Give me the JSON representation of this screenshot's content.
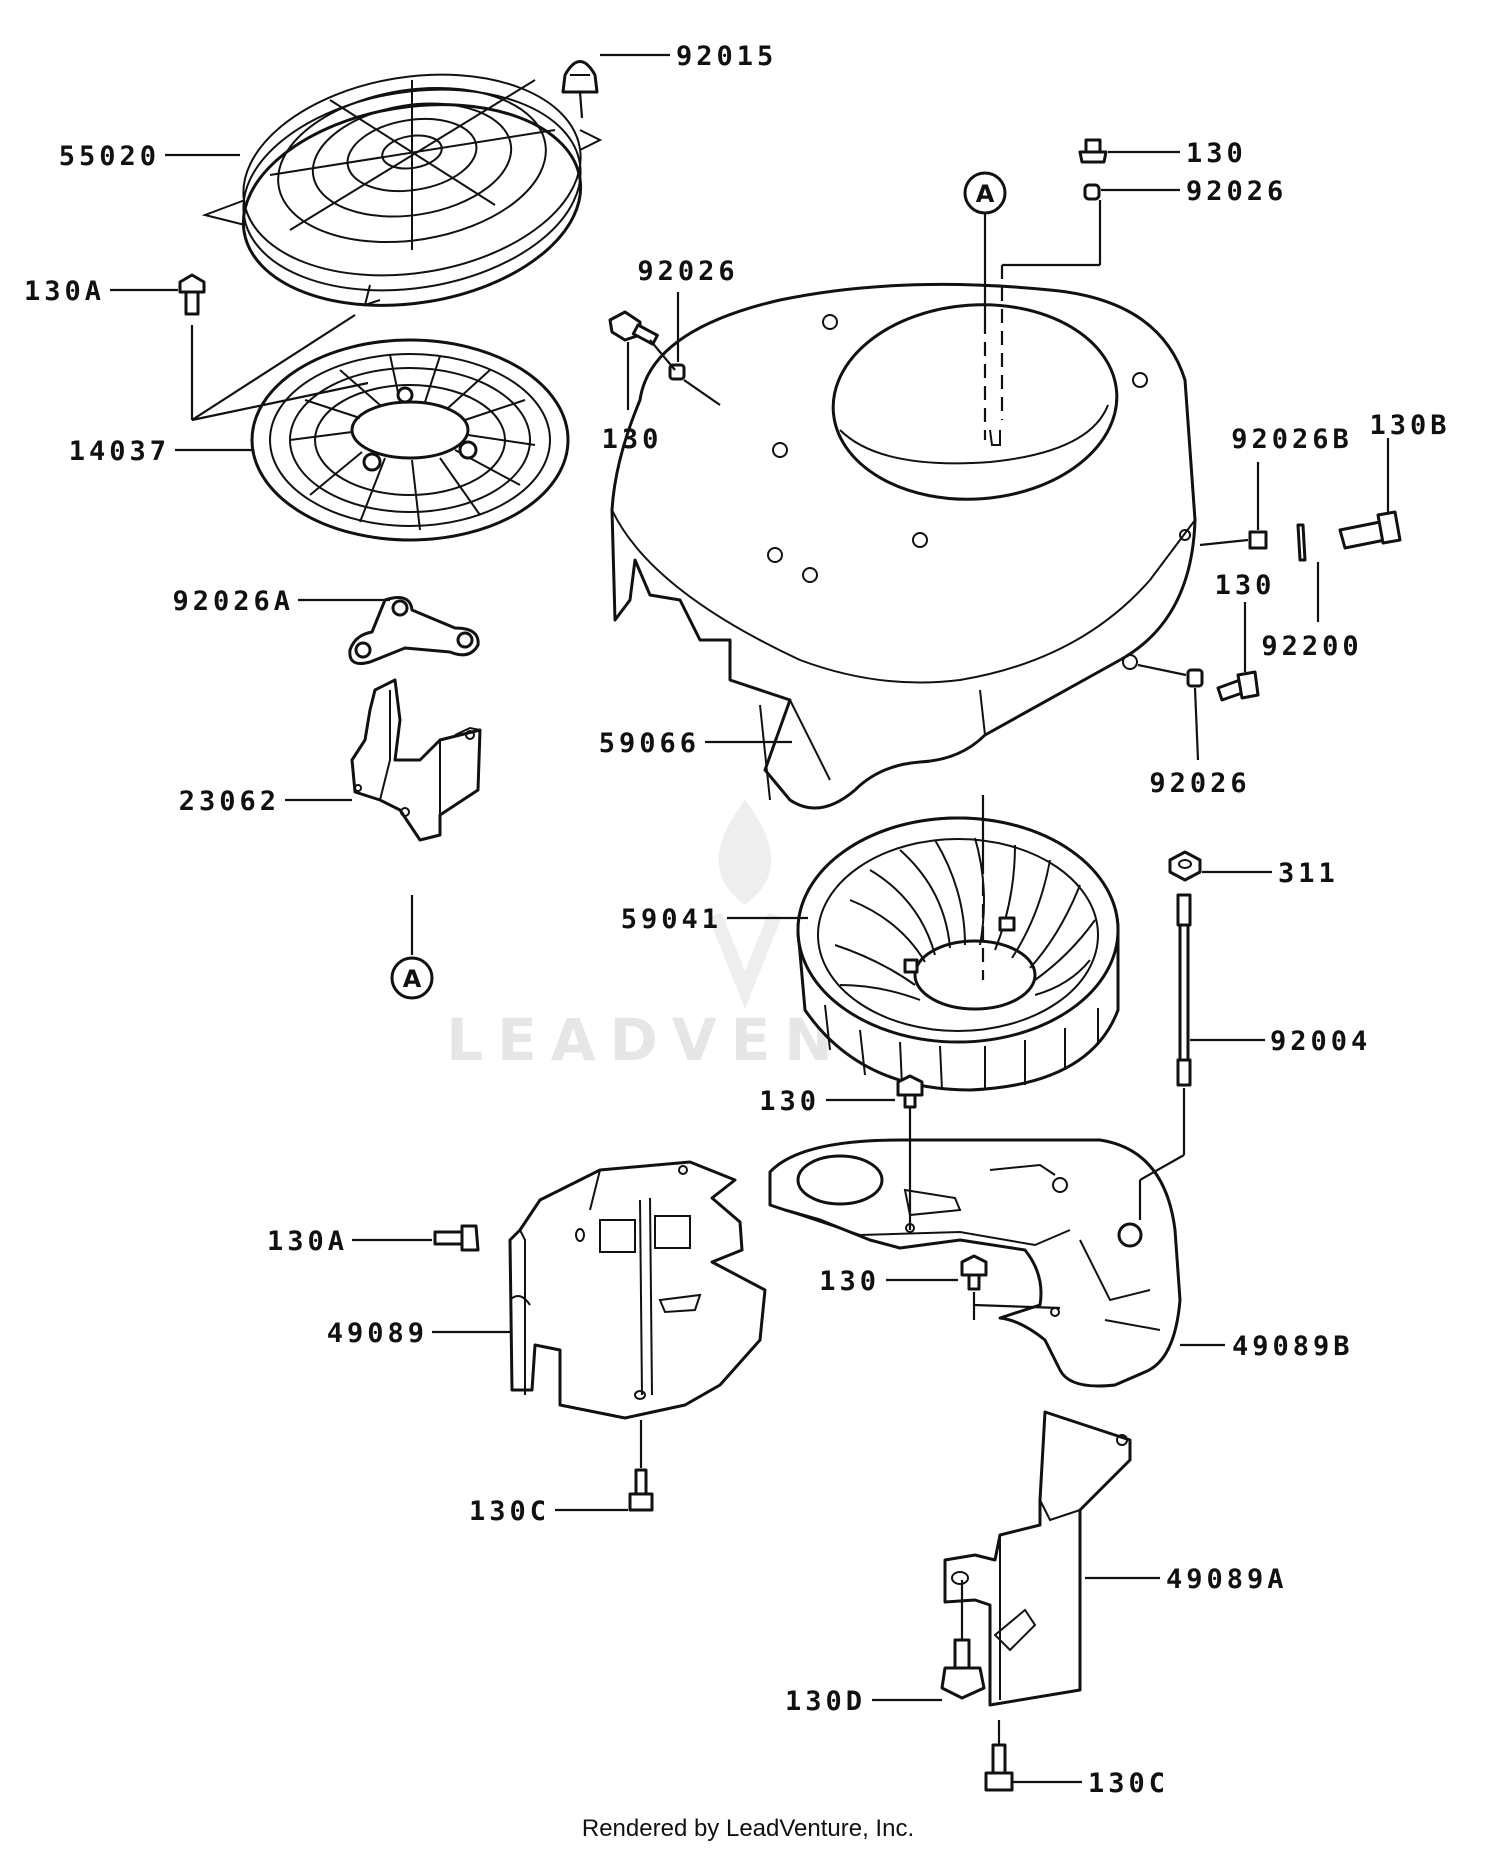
{
  "labels": {
    "p92015": "92015",
    "p55020": "55020",
    "p130A_top": "130A",
    "p14037": "14037",
    "p92026A": "92026A",
    "p23062": "23062",
    "p92026_upper": "92026",
    "p130_left": "130",
    "p130_top": "130",
    "p92026_top": "92026",
    "p92026B": "92026B",
    "p130B": "130B",
    "p130_right": "130",
    "p92200": "92200",
    "p59066": "59066",
    "p92026_lower": "92026",
    "p311": "311",
    "p59041": "59041",
    "p92004": "92004",
    "p130_mid": "130",
    "p130A_mid": "130A",
    "p49089": "49089",
    "p130_low": "130",
    "p49089B": "49089B",
    "p130C_left": "130C",
    "p49089A": "49089A",
    "p130D": "130D",
    "p130C_bottom": "130C"
  },
  "callouts": {
    "a_top": "A",
    "a_bottom": "A"
  },
  "watermark": "LEADVENTURE",
  "footer": "Rendered by LeadVenture, Inc."
}
